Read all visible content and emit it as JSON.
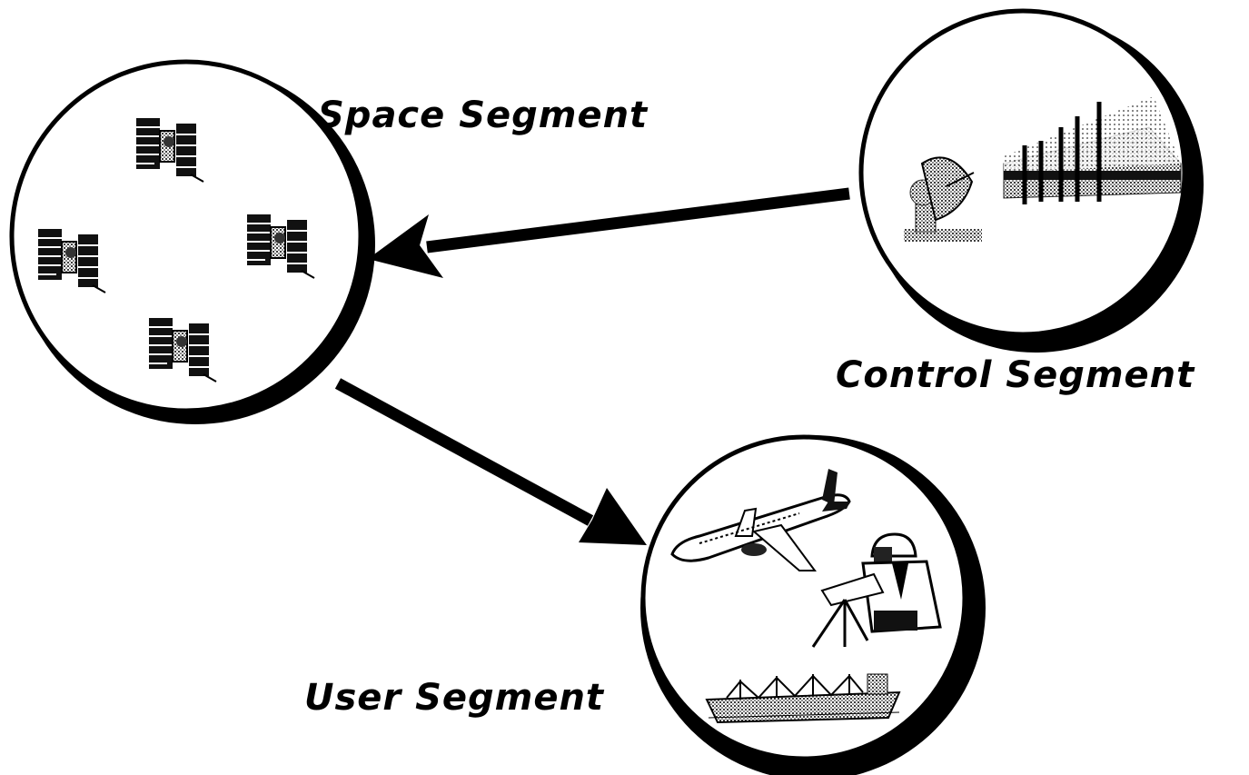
{
  "diagram": {
    "segments": {
      "space": {
        "label": "Space Segment"
      },
      "control": {
        "label": "Control Segment"
      },
      "user": {
        "label": "User Segment"
      }
    },
    "links": [
      {
        "from": "control",
        "to": "space"
      },
      {
        "from": "space",
        "to": "user"
      }
    ]
  },
  "icons": {
    "space": [
      "satellite-icon",
      "satellite-icon",
      "satellite-icon",
      "satellite-icon"
    ],
    "control": [
      "radar-dish-icon",
      "building-icon"
    ],
    "user": [
      "airplane-icon",
      "surveyor-icon",
      "ship-icon"
    ]
  },
  "colors": {
    "ink": "#000000",
    "background": "#ffffff",
    "halftone": "#555555"
  }
}
